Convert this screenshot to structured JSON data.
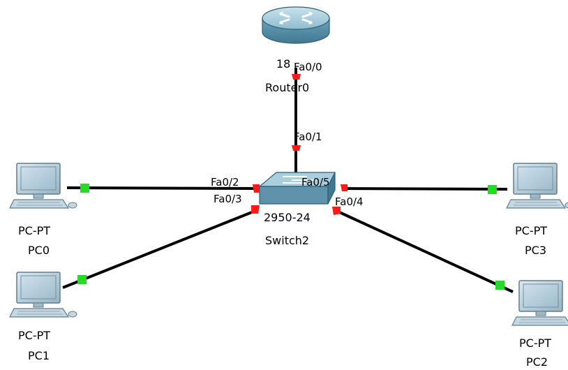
{
  "devices": {
    "router0": {
      "model": "18",
      "name": "Router0"
    },
    "switch2": {
      "model": "2950-24",
      "name": "Switch2"
    },
    "pc0": {
      "model": "PC-PT",
      "name": "PC0"
    },
    "pc1": {
      "model": "PC-PT",
      "name": "PC1"
    },
    "pc2": {
      "model": "PC-PT",
      "name": "PC2"
    },
    "pc3": {
      "model": "PC-PT",
      "name": "PC3"
    }
  },
  "ports": {
    "router_fa0_0": "Fa0/0",
    "switch_fa0_1": "Fa0/1",
    "switch_fa0_2": "Fa0/2",
    "switch_fa0_3": "Fa0/3",
    "switch_fa0_4": "Fa0/4",
    "switch_fa0_5": "Fa0/5"
  },
  "links": [
    {
      "from": "Router0 Fa0/0",
      "to": "Switch2 Fa0/1",
      "status": "down"
    },
    {
      "from": "Switch2 Fa0/2",
      "to": "PC0",
      "status": "up"
    },
    {
      "from": "Switch2 Fa0/3",
      "to": "PC1",
      "status": "up"
    },
    {
      "from": "Switch2 Fa0/4",
      "to": "PC2",
      "status": "up"
    },
    {
      "from": "Switch2 Fa0/5",
      "to": "PC3",
      "status": "up"
    }
  ],
  "colors": {
    "link": "#000000",
    "link_up": "#22dd22",
    "link_down": "#ff1a1a",
    "router_body": "#5f9ab0",
    "switch_body": "#5f92ab",
    "pc_body": "#c3d4de",
    "pc_screen": "#a9c6d6"
  }
}
